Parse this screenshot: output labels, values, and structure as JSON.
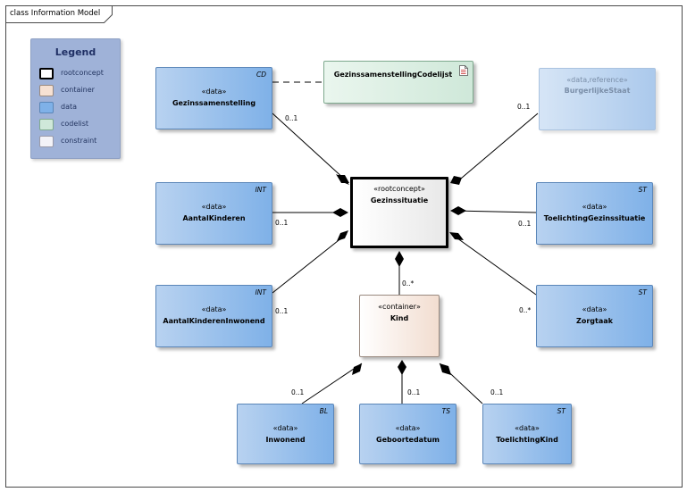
{
  "frame": {
    "title": "class Information Model"
  },
  "legend": {
    "title": "Legend",
    "items": [
      {
        "label": "rootconcept",
        "color": "#ffffff",
        "border": "#000000"
      },
      {
        "label": "container",
        "color": "#f6e1d3",
        "border": "#9a8a80"
      },
      {
        "label": "data",
        "color": "#7fb1e8",
        "border": "#5b86b8"
      },
      {
        "label": "codelist",
        "color": "#cfe8d9",
        "border": "#7ea98e"
      },
      {
        "label": "constraint",
        "color": "#f3f3f8",
        "border": "#9a9aa8"
      }
    ]
  },
  "boxes": {
    "gezinssamenstelling": {
      "stereotype": "«data»",
      "name": "Gezinssamenstelling",
      "tag": "CD"
    },
    "codelijst": {
      "name": "GezinssamenstellingCodelijst"
    },
    "burgerlijkestaat": {
      "stereotype": "«data,reference»",
      "name": "BurgerlijkeStaat"
    },
    "aantalkinderen": {
      "stereotype": "«data»",
      "name": "AantalKinderen",
      "tag": "INT"
    },
    "gezinssituatie": {
      "stereotype": "«rootconcept»",
      "name": "Gezinssituatie"
    },
    "toelichtinggezinssituatie": {
      "stereotype": "«data»",
      "name": "ToelichtingGezinssituatie",
      "tag": "ST"
    },
    "aantalkinderen_inwonend": {
      "stereotype": "«data»",
      "name": "AantalKinderenInwonend",
      "tag": "INT"
    },
    "kind": {
      "stereotype": "«container»",
      "name": "Kind"
    },
    "zorgtaak": {
      "stereotype": "«data»",
      "name": "Zorgtaak",
      "tag": "ST"
    },
    "inwonend": {
      "stereotype": "«data»",
      "name": "Inwonend",
      "tag": "BL"
    },
    "geboortedatum": {
      "stereotype": "«data»",
      "name": "Geboortedatum",
      "tag": "TS"
    },
    "toelichtingkind": {
      "stereotype": "«data»",
      "name": "ToelichtingKind",
      "tag": "ST"
    }
  },
  "multiplicities": {
    "gezinssamenstelling": "0..1",
    "burgerlijkestaat": "0..1",
    "aantalkinderen": "0..1",
    "toelichtinggezinssituatie": "0..1",
    "aantalkinderen_inwonend": "0..1",
    "kind": "0..*",
    "zorgtaak": "0..*",
    "inwonend": "0..1",
    "geboortedatum": "0..1",
    "toelichtingkind": "0..1"
  }
}
